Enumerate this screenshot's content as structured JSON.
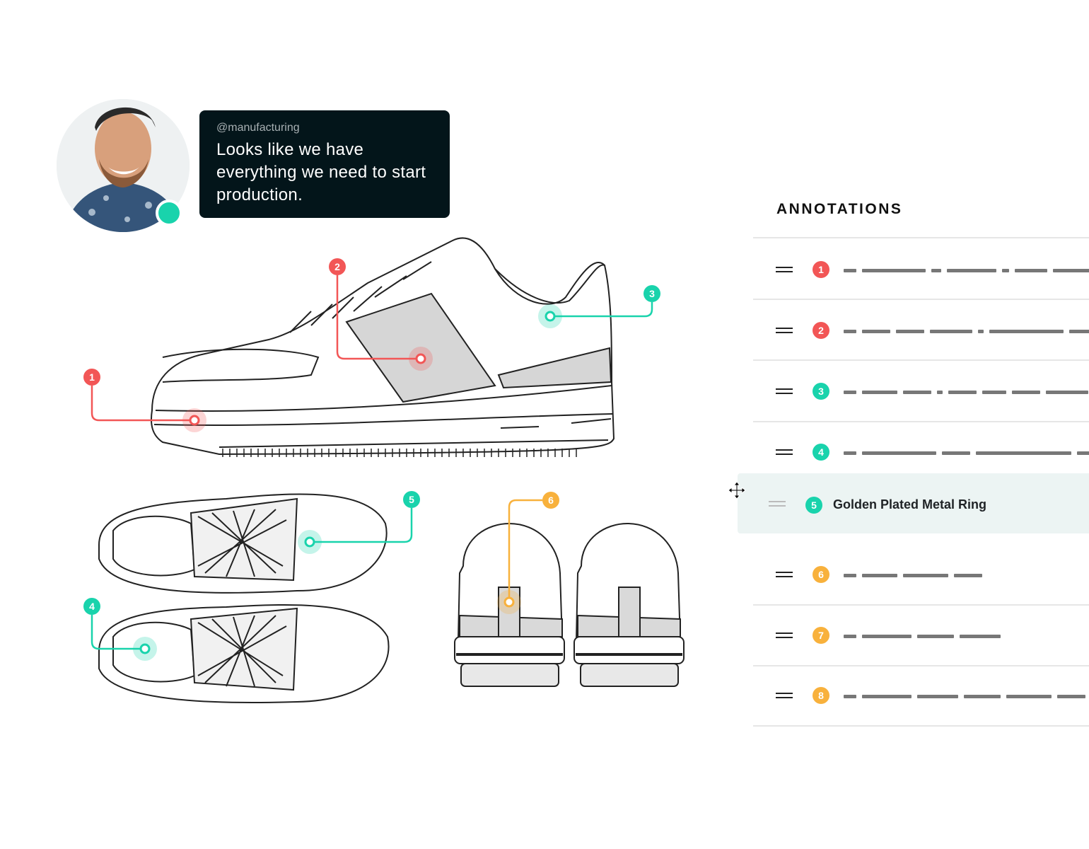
{
  "comment": {
    "handle": "@manufacturing",
    "message": "Looks like we have everything we need to start production."
  },
  "annotations": {
    "title": "ANNOTATIONS",
    "colors": {
      "red": "#f25656",
      "teal": "#19d3ac",
      "orange": "#f8b13c"
    },
    "items": [
      {
        "number": "1",
        "color": "#f25656"
      },
      {
        "number": "2",
        "color": "#f25656"
      },
      {
        "number": "3",
        "color": "#19d3ac"
      },
      {
        "number": "4",
        "color": "#19d3ac"
      },
      {
        "number": "5",
        "color": "#19d3ac",
        "label": "Golden Plated Metal Ring"
      },
      {
        "number": "6",
        "color": "#f8b13c"
      },
      {
        "number": "7",
        "color": "#f8b13c"
      },
      {
        "number": "8",
        "color": "#f8b13c"
      }
    ]
  },
  "icons": {
    "grip": "drag-handle-icon",
    "move": "move-cursor-icon",
    "avatar": "user-photo"
  }
}
